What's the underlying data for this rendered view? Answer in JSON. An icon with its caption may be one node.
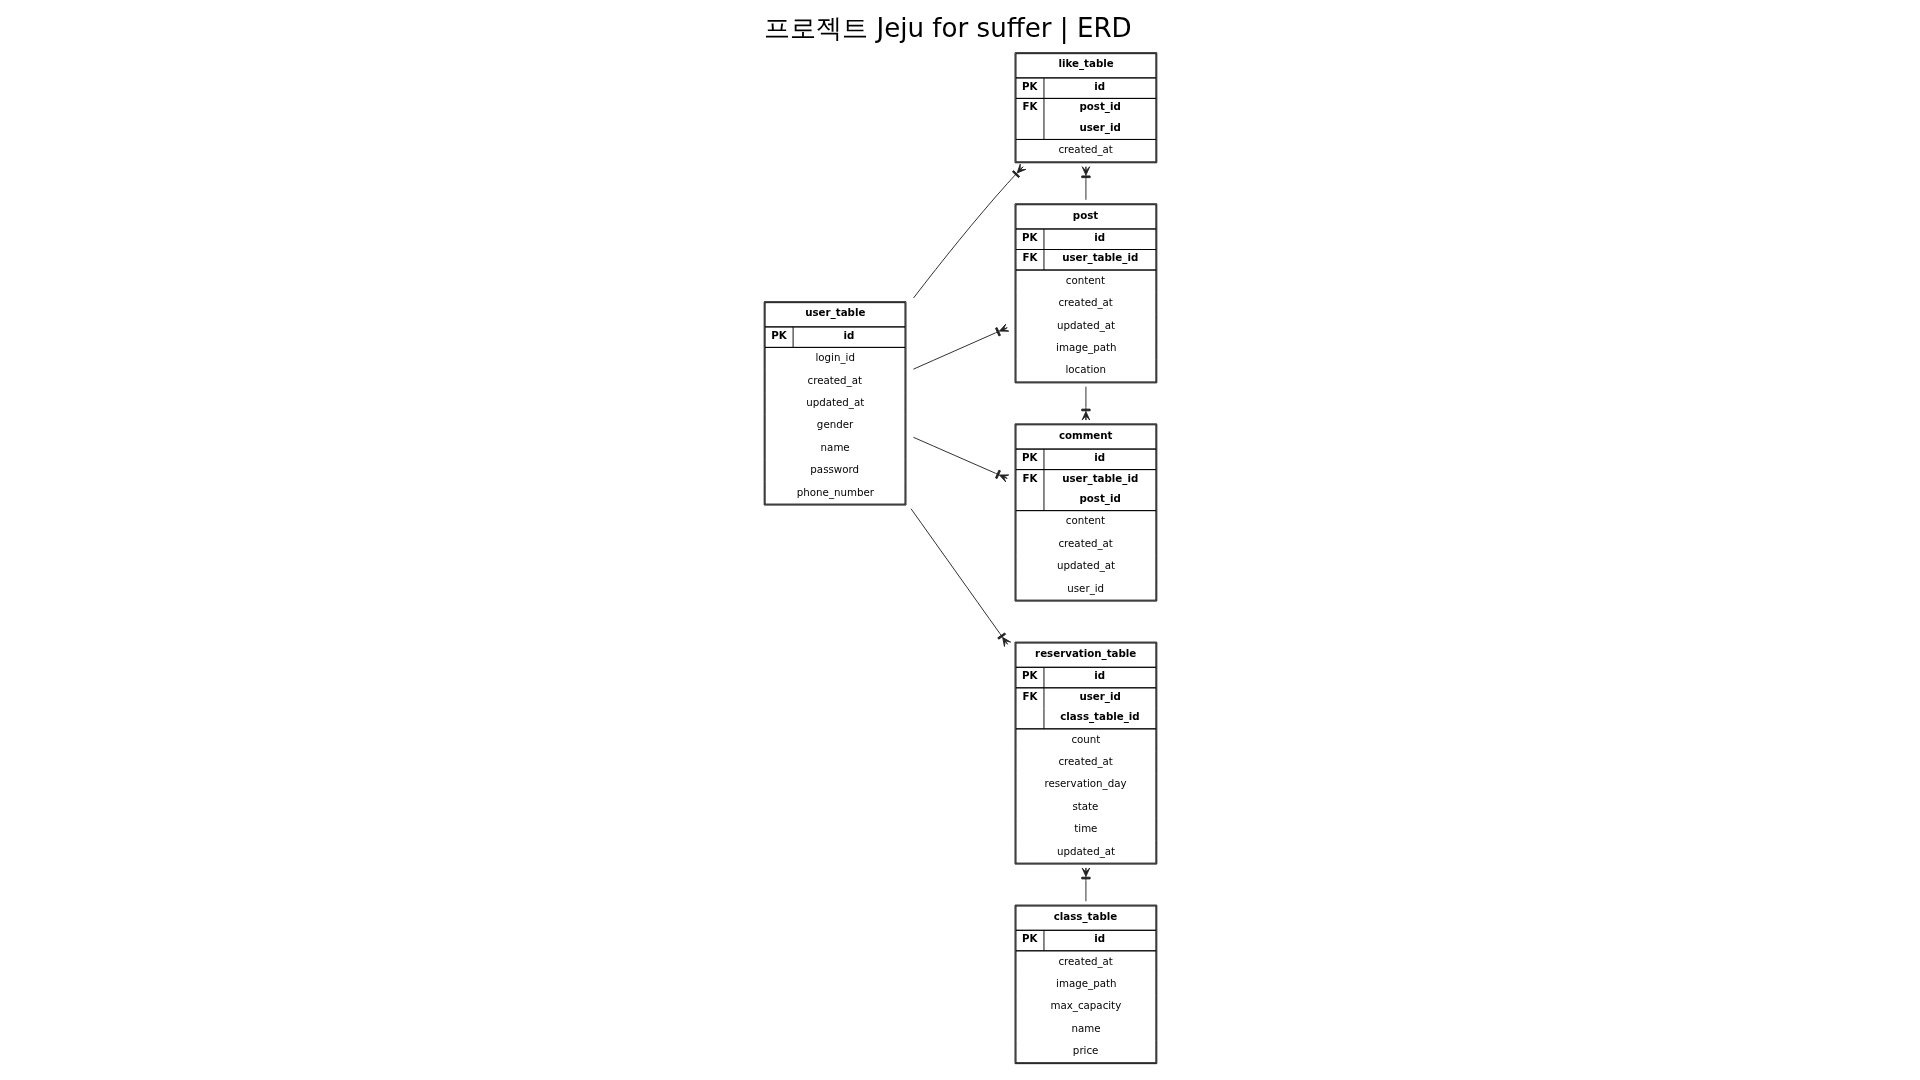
{
  "diagram": {
    "title": "프로젝트 Jeju for suffer | ERD",
    "nodes": [
      {
        "text": [
          "like_table",
          "PK",
          "id",
          "FK",
          "post_id",
          "user_id",
          "created_at"
        ]
      },
      {
        "text": [
          "post",
          "PK",
          "id",
          "FK",
          "user_table_id",
          "content",
          "created_at",
          "updated_at",
          "image_path",
          "location"
        ]
      },
      {
        "text": [
          "comment",
          "PK",
          "id",
          "FK",
          "user_table_id",
          "post_id",
          "content",
          "created_at",
          "updated_at",
          "user_id"
        ]
      },
      {
        "text": [
          "user_table",
          "PK",
          "id",
          "login_id",
          "created_at",
          "updated_at",
          "gender",
          "name",
          "password",
          "phone_number"
        ]
      },
      {
        "text": [
          "reservation_table",
          "PK",
          "id",
          "FK",
          "user_id",
          "class_table_id",
          "count",
          "created_at",
          "reservation_day",
          "state",
          "time",
          "updated_at"
        ]
      },
      {
        "text": [
          "class_table",
          "PK",
          "id",
          "created_at",
          "image_path",
          "max_capacity",
          "name",
          "price"
        ]
      }
    ],
    "edges": [
      {
        "from": 3,
        "to": 0,
        "arrow": "other"
      },
      {
        "from": 3,
        "to": 1,
        "arrow": "other"
      },
      {
        "from": 3,
        "to": 2,
        "arrow": "other"
      },
      {
        "from": 1,
        "to": 0,
        "arrow": "other"
      },
      {
        "from": 1,
        "to": 2,
        "arrow": "other"
      },
      {
        "from": 3,
        "to": 4,
        "arrow": "other"
      },
      {
        "from": 5,
        "to": 4,
        "arrow": "other"
      }
    ]
  }
}
